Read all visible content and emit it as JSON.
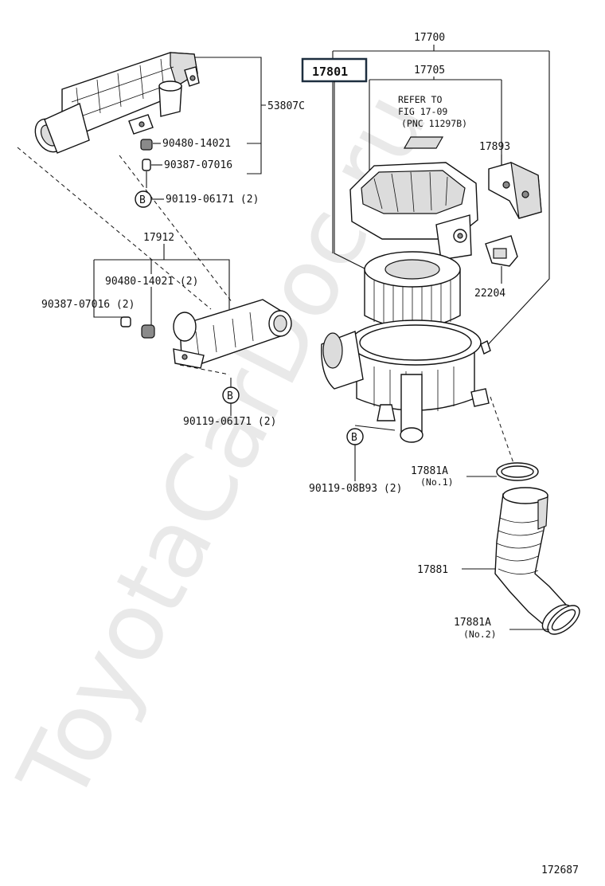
{
  "watermark": "ToyotaCarDoc.ru",
  "figure_number": "172687",
  "highlighted_part": "17801",
  "callouts": {
    "c17700": "17700",
    "c17705": "17705",
    "refer_line1": "REFER TO",
    "refer_line2": "FIG 17-09",
    "refer_line3": "(PNC 11297B)",
    "c17893": "17893",
    "c22204": "22204",
    "c53807c": "53807C",
    "c90480_top": "90480-14021",
    "c90387_top": "90387-07016",
    "c90119_top": "90119-06171 (2)",
    "c17912": "17912",
    "c90480_mid": "90480-14021 (2)",
    "c90387_mid": "90387-07016 (2)",
    "c90119_mid": "90119-06171 (2)",
    "c90119_08b93": "90119-08B93 (2)",
    "c17881a_1": "17881A",
    "c17881a_1_sub": "(No.1)",
    "c17881": "17881",
    "c17881a_2": "17881A",
    "c17881a_2_sub": "(No.2)",
    "bolt_symbol": "B"
  }
}
